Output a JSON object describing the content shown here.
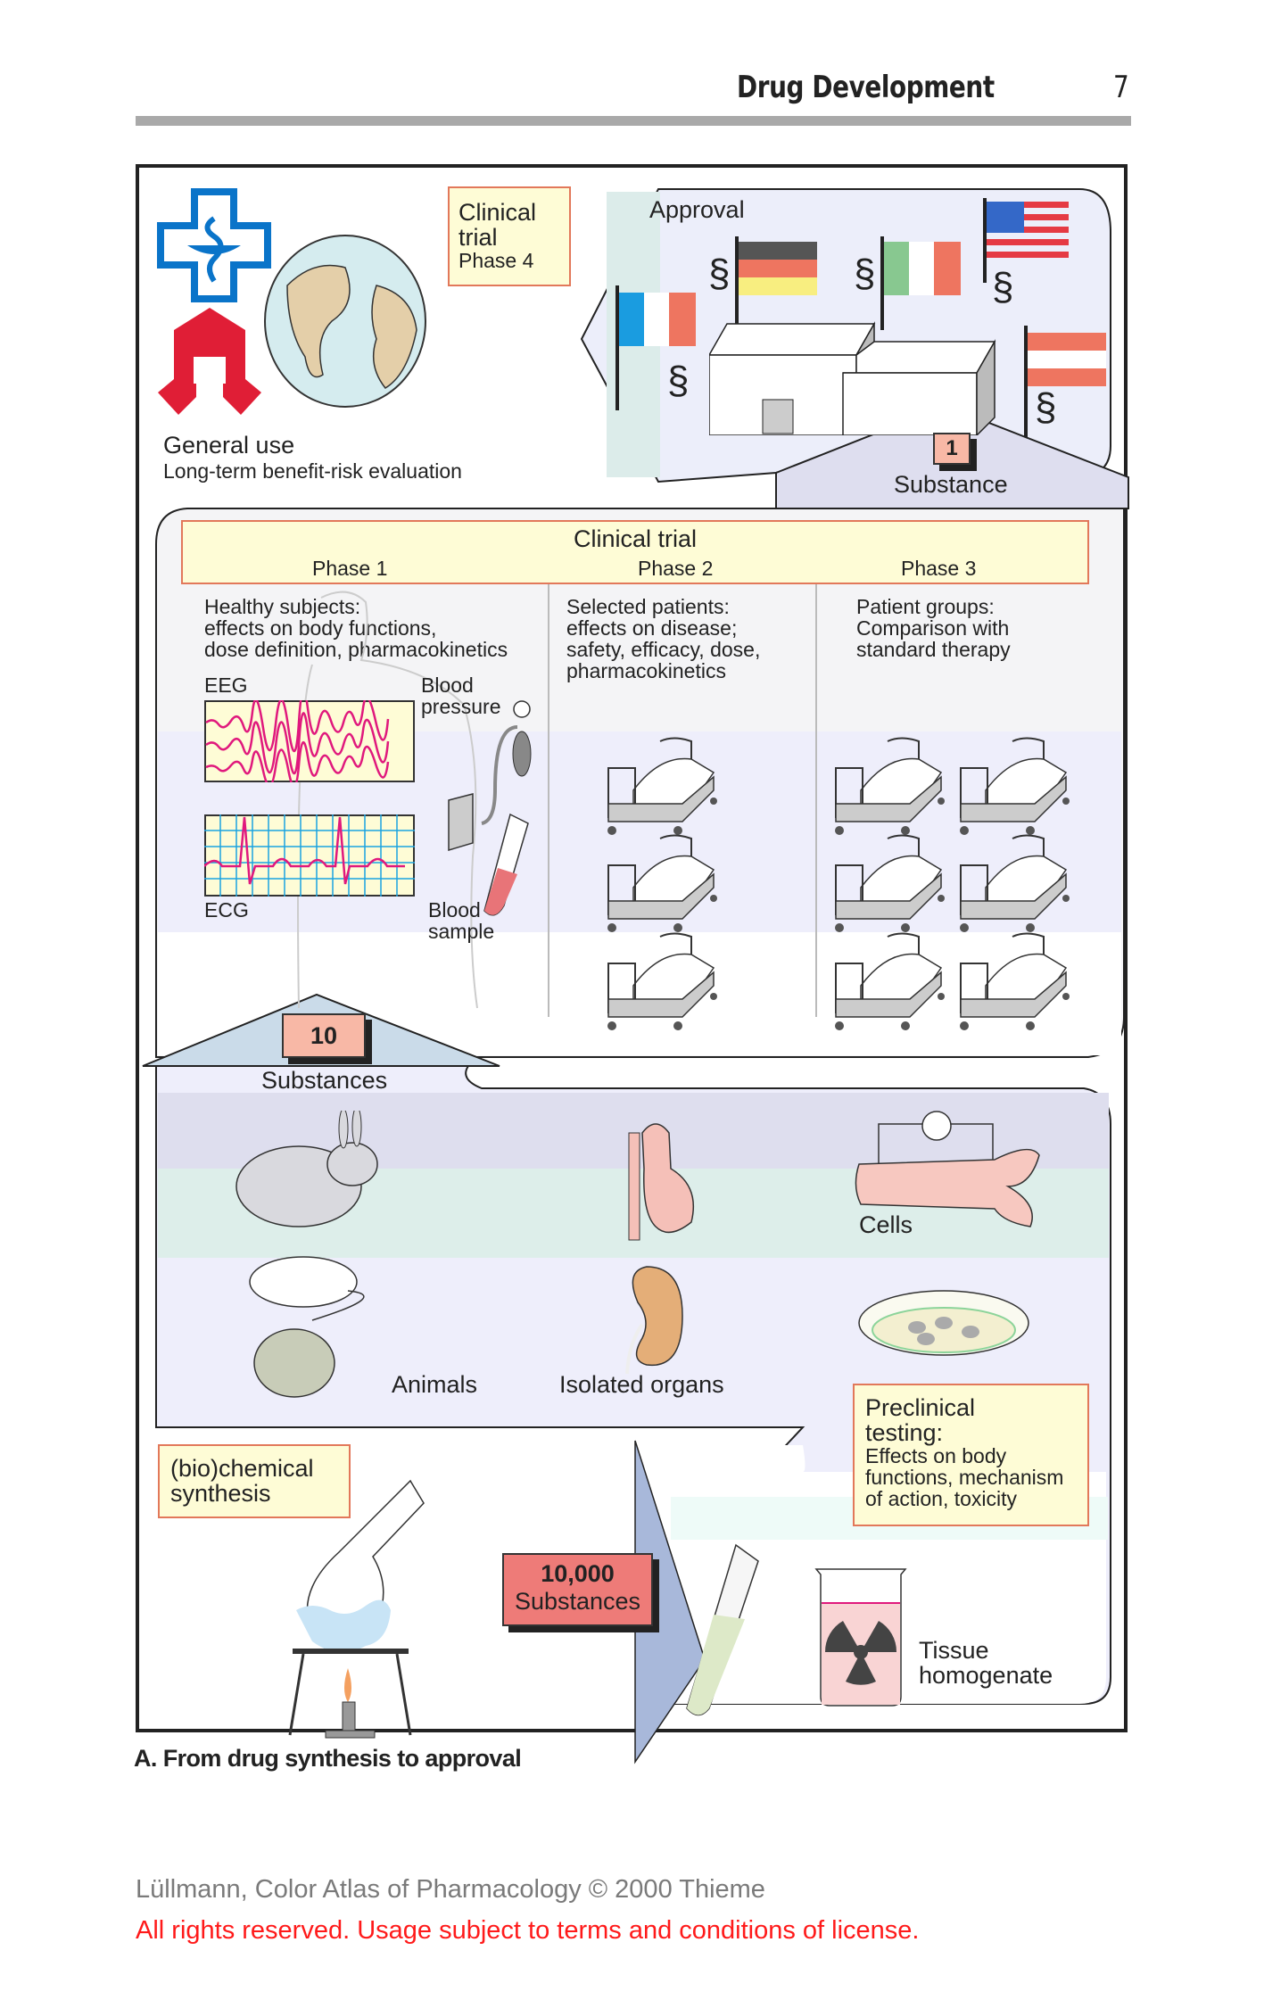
{
  "header": {
    "title": "Drug Development",
    "page_number": "7"
  },
  "figure": {
    "caption": "A. From drug synthesis to approval",
    "general_use": {
      "title": "General use",
      "subtitle": "Long-term benefit-risk evaluation"
    },
    "phase4_note": {
      "line1": "Clinical",
      "line2": "trial",
      "line3": "Phase 4"
    },
    "approval": {
      "label": "Approval",
      "section_symbol": "§",
      "flags": [
        "france-flag",
        "germany-flag",
        "italy-flag",
        "usa-flag",
        "austria-flag"
      ],
      "count": "1",
      "count_label": "Substance"
    },
    "clinical_trial": {
      "title": "Clinical trial",
      "phases": [
        {
          "label": "Phase 1",
          "text": [
            "Healthy subjects:",
            "effects on body functions,",
            "dose definition, pharmacokinetics"
          ],
          "beds": 0
        },
        {
          "label": "Phase 2",
          "text": [
            "Selected patients:",
            "effects on disease;",
            "safety, efficacy, dose,",
            "pharmacokinetics"
          ],
          "beds": 3
        },
        {
          "label": "Phase 3",
          "text": [
            "Patient groups:",
            "Comparison with",
            "standard therapy"
          ],
          "beds": 6
        }
      ],
      "eeg_label": "EEG",
      "ecg_label": "ECG",
      "blood_pressure": [
        "Blood",
        "pressure"
      ],
      "blood_sample": [
        "Blood",
        "sample"
      ],
      "count": "10",
      "count_label": "Substances"
    },
    "preclinical": {
      "animals_label": "Animals",
      "organs_label": "Isolated organs",
      "cells_label": "Cells",
      "note": {
        "title1": "Preclinical",
        "title2": "testing:",
        "body": [
          "Effects on body",
          "functions, mechanism",
          "of action, toxicity"
        ]
      },
      "tissue_label": [
        "Tissue",
        "homogenate"
      ]
    },
    "synthesis": {
      "note": [
        "(bio)chemical",
        "synthesis"
      ],
      "count": "10,000",
      "count_label": "Substances"
    }
  },
  "footer": {
    "copyright": "Lüllmann, Color Atlas of Pharmacology © 2000 Thieme",
    "rights": "All rights reserved. Usage subject to terms and conditions of license."
  },
  "colors": {
    "note_fill": "#fefcd6",
    "note_border": "#e2785a",
    "count_fill": "#f8b8a6",
    "big_count_fill": "#ee7b78",
    "accent_magenta": "#e0197d",
    "header_rule": "#a9a9a9",
    "license_red": "#ff1a1a"
  }
}
